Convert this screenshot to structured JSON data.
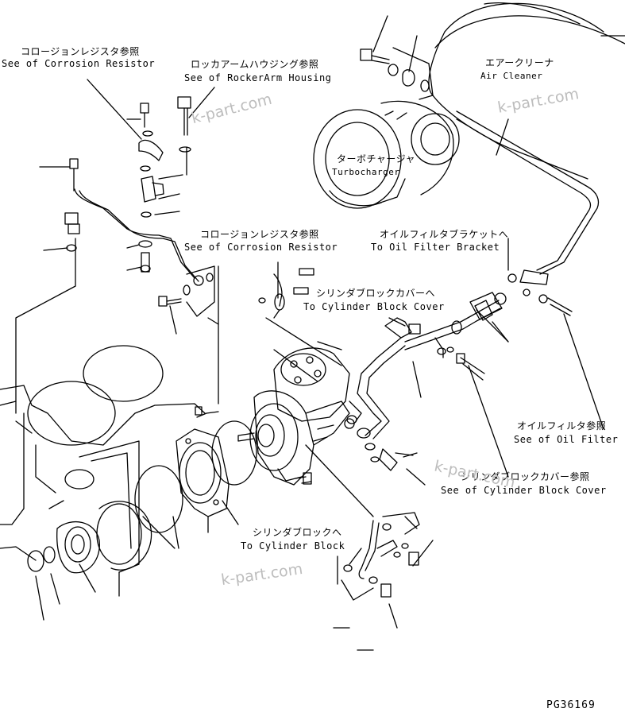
{
  "labels": {
    "corrosion_resistor_1_jp": "コロージョンレジスタ参照",
    "corrosion_resistor_1_en": "See of Corrosion Resistor",
    "rocker_arm_jp": "ロッカアームハウジング参照",
    "rocker_arm_en": "See of RockerArm Housing",
    "air_cleaner_jp": "エアークリーナ",
    "air_cleaner_en": "Air Cleaner",
    "turbocharger_jp": "ターボチャージャ",
    "turbocharger_en": "Turbocharger",
    "corrosion_resistor_2_jp": "コロージョンレジスタ参照",
    "corrosion_resistor_2_en": "See of Corrosion Resistor",
    "oil_filter_bracket_jp": "オイルフィルタブラケットへ",
    "oil_filter_bracket_en": "To Oil Filter Bracket",
    "cyl_block_cover_to_jp": "シリンダブロックカバーへ",
    "cyl_block_cover_to_en": "To Cylinder Block Cover",
    "oil_filter_see_jp": "オイルフィルタ参照",
    "oil_filter_see_en": "See of Oil Filter",
    "cyl_block_cover_see_jp": "シリンダブロックカバー参照",
    "cyl_block_cover_see_en": "See of Cylinder Block Cover",
    "cyl_block_to_jp": "シリンダブロックへ",
    "cyl_block_to_en": "To Cylinder Block"
  },
  "watermarks": [
    "k-part.com",
    "k-part.com",
    "k-part.com",
    "k-part.com"
  ],
  "drawing_code": "PG36169",
  "colors": {
    "line": "#000000",
    "watermark": "#bdbdbd",
    "background": "#ffffff"
  }
}
